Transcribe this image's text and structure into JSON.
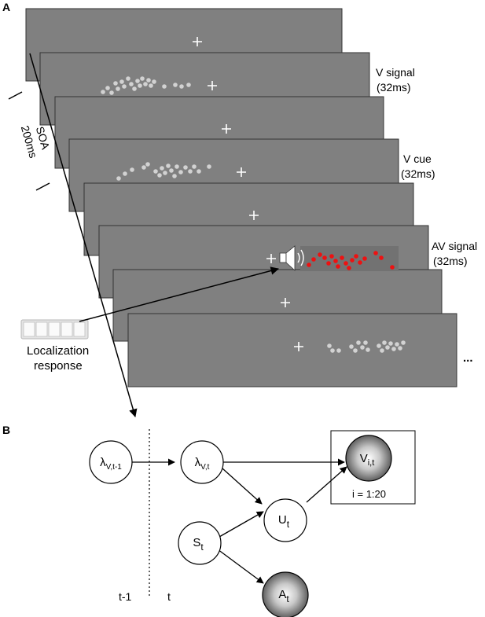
{
  "panel_a": {
    "label": "A",
    "labels": {
      "v_signal_line1": "V signal",
      "v_signal_line2": "(32ms)",
      "v_cue_line1": "V cue",
      "v_cue_line2": "(32ms)",
      "av_signal_line1": "AV signal",
      "av_signal_line2": "(32ms)",
      "soa_line1": "SOA",
      "soa_line2": "200ms",
      "localization_line1": "Localization",
      "localization_line2": "response",
      "ellipsis": "..."
    },
    "colors": {
      "screen": "#808080",
      "dot_grey": "#d0d0d0",
      "dot_red": "#ee1111",
      "fixation": "#ffffff"
    },
    "icons": [
      "fixation-cross",
      "speaker-icon",
      "response-keypad"
    ]
  },
  "panel_b": {
    "label": "B",
    "nodes": {
      "lambda_prev": {
        "main": "λ",
        "sub": "V,t-1"
      },
      "lambda_t": {
        "main": "λ",
        "sub": "V,t"
      },
      "u_t": {
        "main": "U",
        "sub": "t"
      },
      "s_t": {
        "main": "S",
        "sub": "t"
      },
      "v_it": {
        "main": "V",
        "sub": "i,t"
      },
      "a_t": {
        "main": "A",
        "sub": "t"
      }
    },
    "plate_label": "i = 1:20",
    "time_prev": "t-1",
    "time_curr": "t"
  }
}
